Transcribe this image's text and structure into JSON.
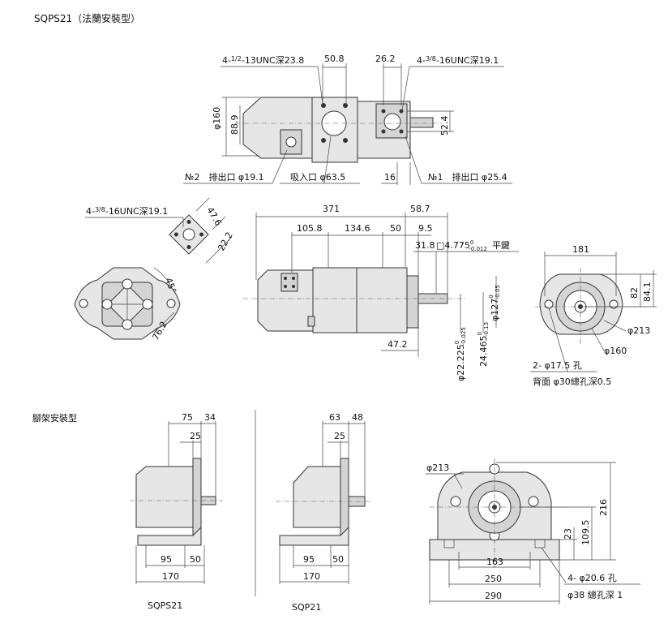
{
  "title": "SQPS21（法蘭安裝型）",
  "foot_section_title": "腳架安裝型",
  "top_view": {
    "port_thread_left": "4-",
    "port_thread_left_frac": "1/2",
    "port_thread_left_rest": "-13UNC深23.8",
    "port_thread_right": "4-",
    "port_thread_right_frac": "3/8",
    "port_thread_right_rest": "-16UNC深19.1",
    "dim_50_8": "50.8",
    "dim_26_2": "26.2",
    "dim_160": "φ160",
    "dim_88_9": "88.9",
    "dim_52_4": "52.4",
    "dim_16": "16",
    "no2_label": "№2　排出口 φ19.1",
    "suction_label": "吸入口 φ63.5",
    "no1_label": "№1　排出口 φ25.4"
  },
  "port_detail": {
    "thread": "4-",
    "thread_frac": "3/8",
    "thread_rest": "-16UNC深19.1",
    "dim_47_6": "47.6",
    "dim_22_2": "22.2",
    "angle": "45°",
    "dim_76_2": "76.2"
  },
  "side_view": {
    "dim_371": "371",
    "dim_58_7": "58.7",
    "dim_105_8": "105.8",
    "dim_134_6": "134.6",
    "dim_50": "50",
    "dim_9_5": "9.5",
    "dim_31_8": "31.8",
    "key_label": "□4.775",
    "key_tol_top": "0",
    "key_tol_bot": "-0.012",
    "key_text": "平鍵",
    "dim_47_2": "47.2",
    "shaft_dia": "φ22.225",
    "shaft_tol_top": "0",
    "shaft_tol_bot": "-0.025",
    "shaft_dia2": "24.465",
    "shaft2_tol_top": "0",
    "shaft2_tol_bot": "-0.13",
    "pilot_dia": "φ127",
    "pilot_tol_top": "0",
    "pilot_tol_bot": "-0.05"
  },
  "flange_view": {
    "dim_181": "181",
    "dim_82": "82",
    "dim_84_1": "84.1",
    "dim_213": "φ213",
    "dim_160": "φ160",
    "holes": "2- φ17.5 孔",
    "counterbore": "背面 φ30總孔深0.5"
  },
  "foot_sqps21": {
    "dim_75": "75",
    "dim_34": "34",
    "dim_25": "25",
    "dim_95": "95",
    "dim_50": "50",
    "dim_170": "170",
    "model": "SQPS21"
  },
  "foot_sqp21": {
    "dim_63": "63",
    "dim_48": "48",
    "dim_25": "25",
    "dim_95": "95",
    "dim_50": "50",
    "dim_170": "170",
    "model": "SQP21"
  },
  "foot_front": {
    "dim_213": "φ213",
    "dim_216": "216",
    "dim_109_5": "109.5",
    "dim_23": "23",
    "dim_163": "163",
    "dim_250": "250",
    "dim_290": "290",
    "holes": "4- φ20.6 孔",
    "counterbore": "φ38 總孔深 1"
  }
}
